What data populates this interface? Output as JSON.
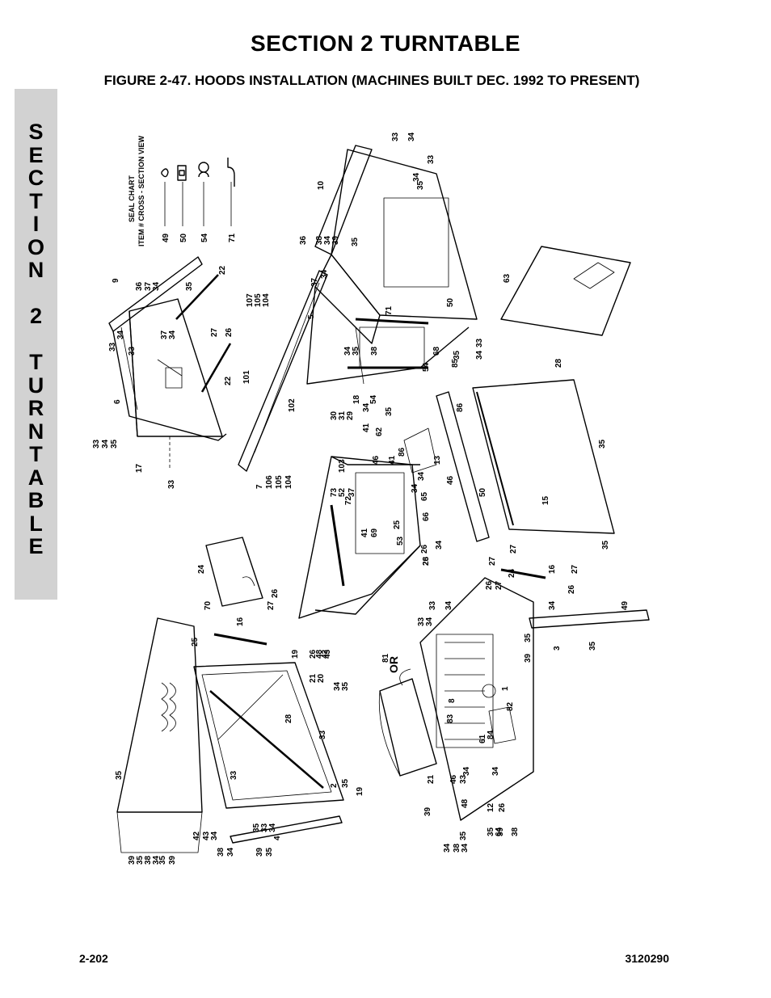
{
  "header": {
    "section_title": "SECTION 2  TURNTABLE",
    "figure_title": "FIGURE 2-47.  HOODS INSTALLATION (MACHINES BUILT DEC. 1992 TO PRESENT)"
  },
  "side_tab": {
    "letters": [
      "S",
      "E",
      "C",
      "T",
      "I",
      "O",
      "N",
      "",
      "2",
      "",
      "T",
      "U",
      "R",
      "N",
      "T",
      "A",
      "B",
      "L",
      "E"
    ]
  },
  "seal_chart": {
    "title": "SEAL CHART",
    "header": "ITEM #  CROSS - SECTION VIEW",
    "items": [
      "49",
      "50",
      "54",
      "71"
    ]
  },
  "diagram": {
    "or_label": "OR",
    "callouts": [
      {
        "id": "c1",
        "text": "9"
      },
      {
        "id": "c2",
        "text": "36"
      },
      {
        "id": "c3",
        "text": "37"
      },
      {
        "id": "c4",
        "text": "34"
      },
      {
        "id": "c5",
        "text": "35"
      },
      {
        "id": "c6",
        "text": "22"
      },
      {
        "id": "c7",
        "text": "33"
      },
      {
        "id": "c8",
        "text": "34"
      },
      {
        "id": "c9",
        "text": "33"
      },
      {
        "id": "c10",
        "text": "37"
      },
      {
        "id": "c11",
        "text": "34"
      },
      {
        "id": "c12",
        "text": "27"
      },
      {
        "id": "c13",
        "text": "26"
      },
      {
        "id": "c14",
        "text": "6"
      },
      {
        "id": "c15",
        "text": "22"
      },
      {
        "id": "c16",
        "text": "33"
      },
      {
        "id": "c17",
        "text": "34"
      },
      {
        "id": "c18",
        "text": "35"
      },
      {
        "id": "c19",
        "text": "17"
      },
      {
        "id": "c20",
        "text": "33"
      },
      {
        "id": "c21",
        "text": "10"
      },
      {
        "id": "c22",
        "text": "33"
      },
      {
        "id": "c23",
        "text": "34"
      },
      {
        "id": "c24",
        "text": "35"
      },
      {
        "id": "c25",
        "text": "34"
      },
      {
        "id": "c26",
        "text": "33"
      },
      {
        "id": "c27",
        "text": "36"
      },
      {
        "id": "c28",
        "text": "38"
      },
      {
        "id": "c29",
        "text": "34"
      },
      {
        "id": "c30",
        "text": "39"
      },
      {
        "id": "c31",
        "text": "35"
      },
      {
        "id": "c32",
        "text": "37"
      },
      {
        "id": "c33",
        "text": "34"
      },
      {
        "id": "c34",
        "text": "107"
      },
      {
        "id": "c35",
        "text": "105"
      },
      {
        "id": "c36",
        "text": "104"
      },
      {
        "id": "c37",
        "text": "5"
      },
      {
        "id": "c38",
        "text": "71"
      },
      {
        "id": "c39",
        "text": "50"
      },
      {
        "id": "c40",
        "text": "63"
      },
      {
        "id": "c41",
        "text": "101"
      },
      {
        "id": "c42",
        "text": "34"
      },
      {
        "id": "c43",
        "text": "35"
      },
      {
        "id": "c44",
        "text": "38"
      },
      {
        "id": "c45",
        "text": "68"
      },
      {
        "id": "c46",
        "text": "54"
      },
      {
        "id": "c47",
        "text": "85"
      },
      {
        "id": "c48",
        "text": "34"
      },
      {
        "id": "c49",
        "text": "33"
      },
      {
        "id": "c50",
        "text": "18"
      },
      {
        "id": "c51",
        "text": "29"
      },
      {
        "id": "c52",
        "text": "31"
      },
      {
        "id": "c53",
        "text": "30"
      },
      {
        "id": "c54",
        "text": "102"
      },
      {
        "id": "c55",
        "text": "54"
      },
      {
        "id": "c56",
        "text": "34"
      },
      {
        "id": "c57",
        "text": "35"
      },
      {
        "id": "c58",
        "text": "28"
      },
      {
        "id": "c59",
        "text": "35"
      },
      {
        "id": "c60",
        "text": "41"
      },
      {
        "id": "c61",
        "text": "62"
      },
      {
        "id": "c62",
        "text": "86"
      },
      {
        "id": "c63",
        "text": "35"
      },
      {
        "id": "c64",
        "text": "7"
      },
      {
        "id": "c65",
        "text": "106"
      },
      {
        "id": "c66",
        "text": "105"
      },
      {
        "id": "c67",
        "text": "104"
      },
      {
        "id": "c68",
        "text": "103"
      },
      {
        "id": "c69",
        "text": "46"
      },
      {
        "id": "c70",
        "text": "41"
      },
      {
        "id": "c71",
        "text": "86"
      },
      {
        "id": "c72",
        "text": "34"
      },
      {
        "id": "c73",
        "text": "13"
      },
      {
        "id": "c74",
        "text": "73"
      },
      {
        "id": "c75",
        "text": "52"
      },
      {
        "id": "c76",
        "text": "37"
      },
      {
        "id": "c77",
        "text": "34"
      },
      {
        "id": "c78",
        "text": "72"
      },
      {
        "id": "c79",
        "text": "46"
      },
      {
        "id": "c80",
        "text": "65"
      },
      {
        "id": "c81",
        "text": "50"
      },
      {
        "id": "c82",
        "text": "66"
      },
      {
        "id": "c83",
        "text": "15"
      },
      {
        "id": "c84",
        "text": "25"
      },
      {
        "id": "c85",
        "text": "41"
      },
      {
        "id": "c86",
        "text": "69"
      },
      {
        "id": "c87",
        "text": "53"
      },
      {
        "id": "c88",
        "text": "34"
      },
      {
        "id": "c89",
        "text": "35"
      },
      {
        "id": "c90",
        "text": "28"
      },
      {
        "id": "c91",
        "text": "26"
      },
      {
        "id": "c92",
        "text": "27"
      },
      {
        "id": "c93",
        "text": "24"
      },
      {
        "id": "c94",
        "text": "70"
      },
      {
        "id": "c95",
        "text": "16"
      },
      {
        "id": "c96",
        "text": "27"
      },
      {
        "id": "c97",
        "text": "26"
      },
      {
        "id": "c98",
        "text": "26"
      },
      {
        "id": "c99",
        "text": "27"
      },
      {
        "id": "c100",
        "text": "26"
      },
      {
        "id": "c101",
        "text": "27"
      },
      {
        "id": "c102",
        "text": "24"
      },
      {
        "id": "c103",
        "text": "16"
      },
      {
        "id": "c104",
        "text": "27"
      },
      {
        "id": "c105",
        "text": "26"
      },
      {
        "id": "c106",
        "text": "33"
      },
      {
        "id": "c107",
        "text": "34"
      },
      {
        "id": "c108",
        "text": "34"
      },
      {
        "id": "c109",
        "text": "49"
      },
      {
        "id": "c110",
        "text": "25"
      },
      {
        "id": "c111",
        "text": "19"
      },
      {
        "id": "c112",
        "text": "26"
      },
      {
        "id": "c113",
        "text": "48"
      },
      {
        "id": "c114",
        "text": "42"
      },
      {
        "id": "c115",
        "text": "43"
      },
      {
        "id": "c116",
        "text": "33"
      },
      {
        "id": "c117",
        "text": "34"
      },
      {
        "id": "c118",
        "text": "35"
      },
      {
        "id": "c119",
        "text": "39"
      },
      {
        "id": "c120",
        "text": "3"
      },
      {
        "id": "c121",
        "text": "35"
      },
      {
        "id": "c122",
        "text": "21"
      },
      {
        "id": "c123",
        "text": "20"
      },
      {
        "id": "c124",
        "text": "34"
      },
      {
        "id": "c125",
        "text": "35"
      },
      {
        "id": "c126",
        "text": "81"
      },
      {
        "id": "c127",
        "text": "1"
      },
      {
        "id": "c128",
        "text": "28"
      },
      {
        "id": "c129",
        "text": "33"
      },
      {
        "id": "c130",
        "text": "8"
      },
      {
        "id": "c131",
        "text": "83"
      },
      {
        "id": "c132",
        "text": "82"
      },
      {
        "id": "c133",
        "text": "61"
      },
      {
        "id": "c134",
        "text": "84"
      },
      {
        "id": "c135",
        "text": "34"
      },
      {
        "id": "c136",
        "text": "35"
      },
      {
        "id": "c137",
        "text": "33"
      },
      {
        "id": "c138",
        "text": "2"
      },
      {
        "id": "c139",
        "text": "35"
      },
      {
        "id": "c140",
        "text": "21"
      },
      {
        "id": "c141",
        "text": "19"
      },
      {
        "id": "c142",
        "text": "46"
      },
      {
        "id": "c143",
        "text": "33"
      },
      {
        "id": "c144",
        "text": "34"
      },
      {
        "id": "c145",
        "text": "12"
      },
      {
        "id": "c146",
        "text": "26"
      },
      {
        "id": "c147",
        "text": "48"
      },
      {
        "id": "c148",
        "text": "42"
      },
      {
        "id": "c149",
        "text": "43"
      },
      {
        "id": "c150",
        "text": "34"
      },
      {
        "id": "c151",
        "text": "35"
      },
      {
        "id": "c152",
        "text": "33"
      },
      {
        "id": "c153",
        "text": "34"
      },
      {
        "id": "c154",
        "text": "35"
      },
      {
        "id": "c155",
        "text": "39"
      },
      {
        "id": "c156",
        "text": "38"
      },
      {
        "id": "c157",
        "text": "34"
      },
      {
        "id": "c158",
        "text": "38"
      },
      {
        "id": "c159",
        "text": "34"
      },
      {
        "id": "c160",
        "text": "39"
      },
      {
        "id": "c161",
        "text": "35"
      },
      {
        "id": "c162",
        "text": "64"
      },
      {
        "id": "c163",
        "text": "39"
      },
      {
        "id": "c164",
        "text": "35"
      },
      {
        "id": "c165",
        "text": "38"
      },
      {
        "id": "c166",
        "text": "34"
      },
      {
        "id": "c167",
        "text": "35"
      },
      {
        "id": "c168",
        "text": "39"
      },
      {
        "id": "c169",
        "text": "4"
      },
      {
        "id": "c170",
        "text": "38"
      },
      {
        "id": "c171",
        "text": "34"
      },
      {
        "id": "c172",
        "text": "39"
      },
      {
        "id": "c173",
        "text": "35"
      }
    ]
  },
  "footer": {
    "page_number": "2-202",
    "document_number": "3120290"
  }
}
